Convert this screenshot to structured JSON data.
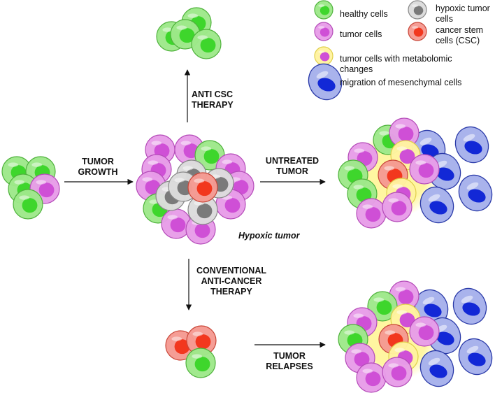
{
  "legend": {
    "healthy": "healthy cells",
    "hypoxic": "hypoxic tumor\ncells",
    "tumor": "tumor cells",
    "csc": "cancer stem\ncells (CSC)",
    "metabolomic": "tumor cells with metabolomic\nchanges",
    "mesenchymal": "migration of mesenchymal cells"
  },
  "labels": {
    "tumor_growth": "TUMOR\nGROWTH",
    "anti_csc": "ANTI CSC\nTHERAPY",
    "untreated": "UNTREATED\nTUMOR",
    "conventional": "CONVENTIONAL\nANTI-CANCER\nTHERAPY",
    "relapses": "TUMOR\nRELAPSES",
    "hypoxic_tumor": "Hypoxic tumor"
  },
  "colors": {
    "healthy_outer": "#9ee88a",
    "healthy_inner": "#3ed62c",
    "tumor_outer": "#e79de8",
    "tumor_inner": "#cf4fd6",
    "hypoxic_outer": "#dcdcdc",
    "hypoxic_inner": "#7a7a7a",
    "csc_outer": "#f59a92",
    "csc_inner": "#f2371e",
    "meta_outer": "#fff3a0",
    "mes_outer": "#a9b3ec",
    "mes_inner": "#1228d6"
  }
}
